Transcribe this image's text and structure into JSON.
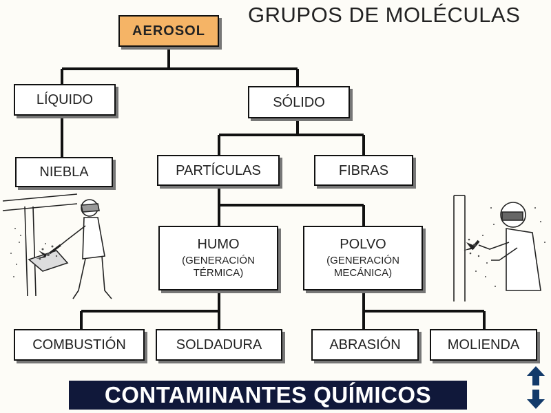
{
  "title": "GRUPOS DE MOLÉCULAS",
  "nodes": {
    "aerosol": "AEROSOL",
    "liquido": "LÍQUIDO",
    "solido": "SÓLIDO",
    "niebla": "NIEBLA",
    "particulas": "PARTÍCULAS",
    "fibras": "FIBRAS",
    "humo": {
      "label": "HUMO",
      "line1": "(GENERACIÓN",
      "line2": "TÉRMICA)"
    },
    "polvo": {
      "label": "POLVO",
      "line1": "(GENERACIÓN",
      "line2": "MECÁNICA)"
    },
    "combustion": "COMBUSTIÓN",
    "soldadura": "SOLDADURA",
    "abrasion": "ABRASIÓN",
    "molienda": "MOLIENDA"
  },
  "footer": "CONTAMINANTES QUÍMICOS",
  "colors": {
    "root_fill": "#f5b466",
    "footer_bg": "#10183a",
    "arrow": "#123a6a"
  },
  "icons": {
    "nav_up": "arrow-up-icon",
    "nav_down": "arrow-down-icon"
  }
}
